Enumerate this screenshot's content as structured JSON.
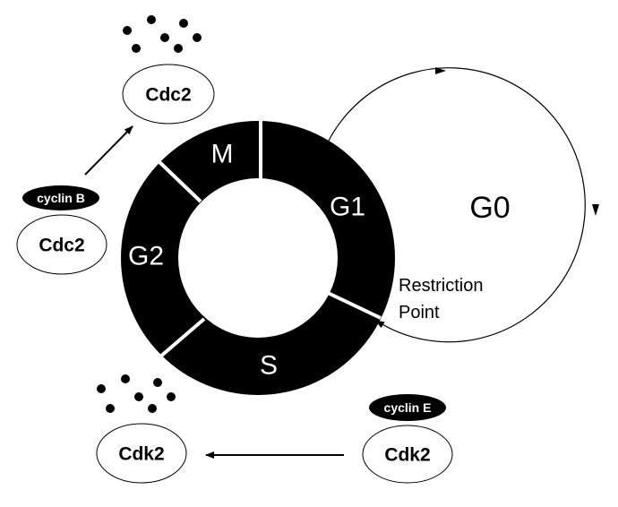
{
  "ring": {
    "phases": {
      "m": "M",
      "g1": "G1",
      "s": "S",
      "g2": "G2"
    },
    "color": "#000000"
  },
  "g0": {
    "label": "G0",
    "restriction_line1": "Restriction",
    "restriction_line2": "Point"
  },
  "complexes": {
    "top_cdc2": "Cdc2",
    "cyclin_b": "cyclin B",
    "left_cdc2": "Cdc2",
    "cyclin_e": "cyclin E",
    "right_cdk2": "Cdk2",
    "bottom_cdk2": "Cdk2"
  }
}
